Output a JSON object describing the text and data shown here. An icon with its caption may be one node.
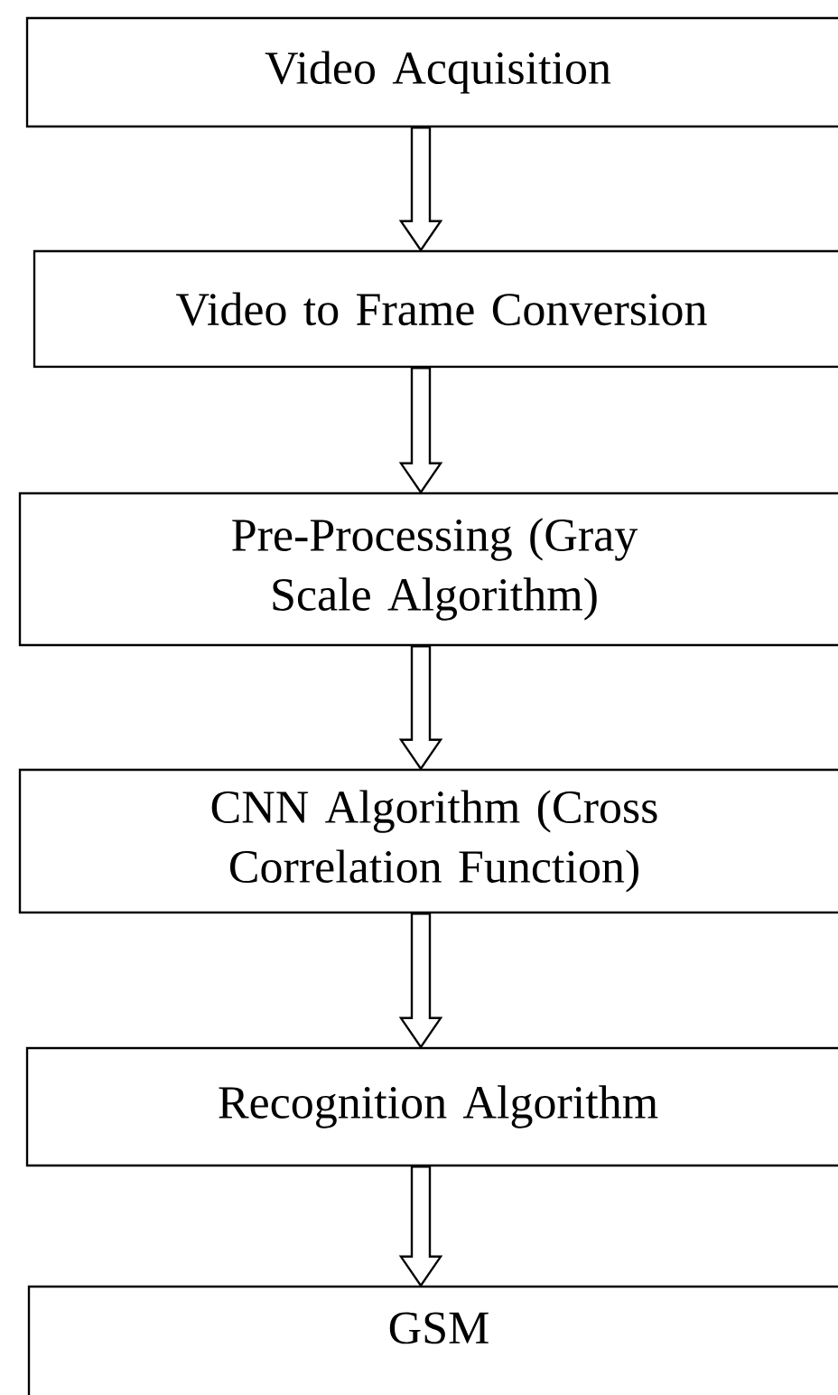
{
  "diagram": {
    "nodes": [
      {
        "text": [
          "Video Acquisition"
        ]
      },
      {
        "text": [
          "Video to Frame Conversion"
        ]
      },
      {
        "text": [
          "Pre-Processing (Gray Scale Algorithm)"
        ]
      },
      {
        "text": [
          "CNN Algorithm (Cross Correlation Function)"
        ]
      },
      {
        "text": [
          "Recognition Algorithm"
        ]
      },
      {
        "text": [
          "GSM"
        ]
      }
    ],
    "edges": [
      {
        "from": 0,
        "to": 1,
        "arrow": "to"
      },
      {
        "from": 1,
        "to": 2,
        "arrow": "to"
      },
      {
        "from": 2,
        "to": 3,
        "arrow": "to"
      },
      {
        "from": 3,
        "to": 4,
        "arrow": "to"
      },
      {
        "from": 4,
        "to": 5,
        "arrow": "to"
      }
    ]
  }
}
